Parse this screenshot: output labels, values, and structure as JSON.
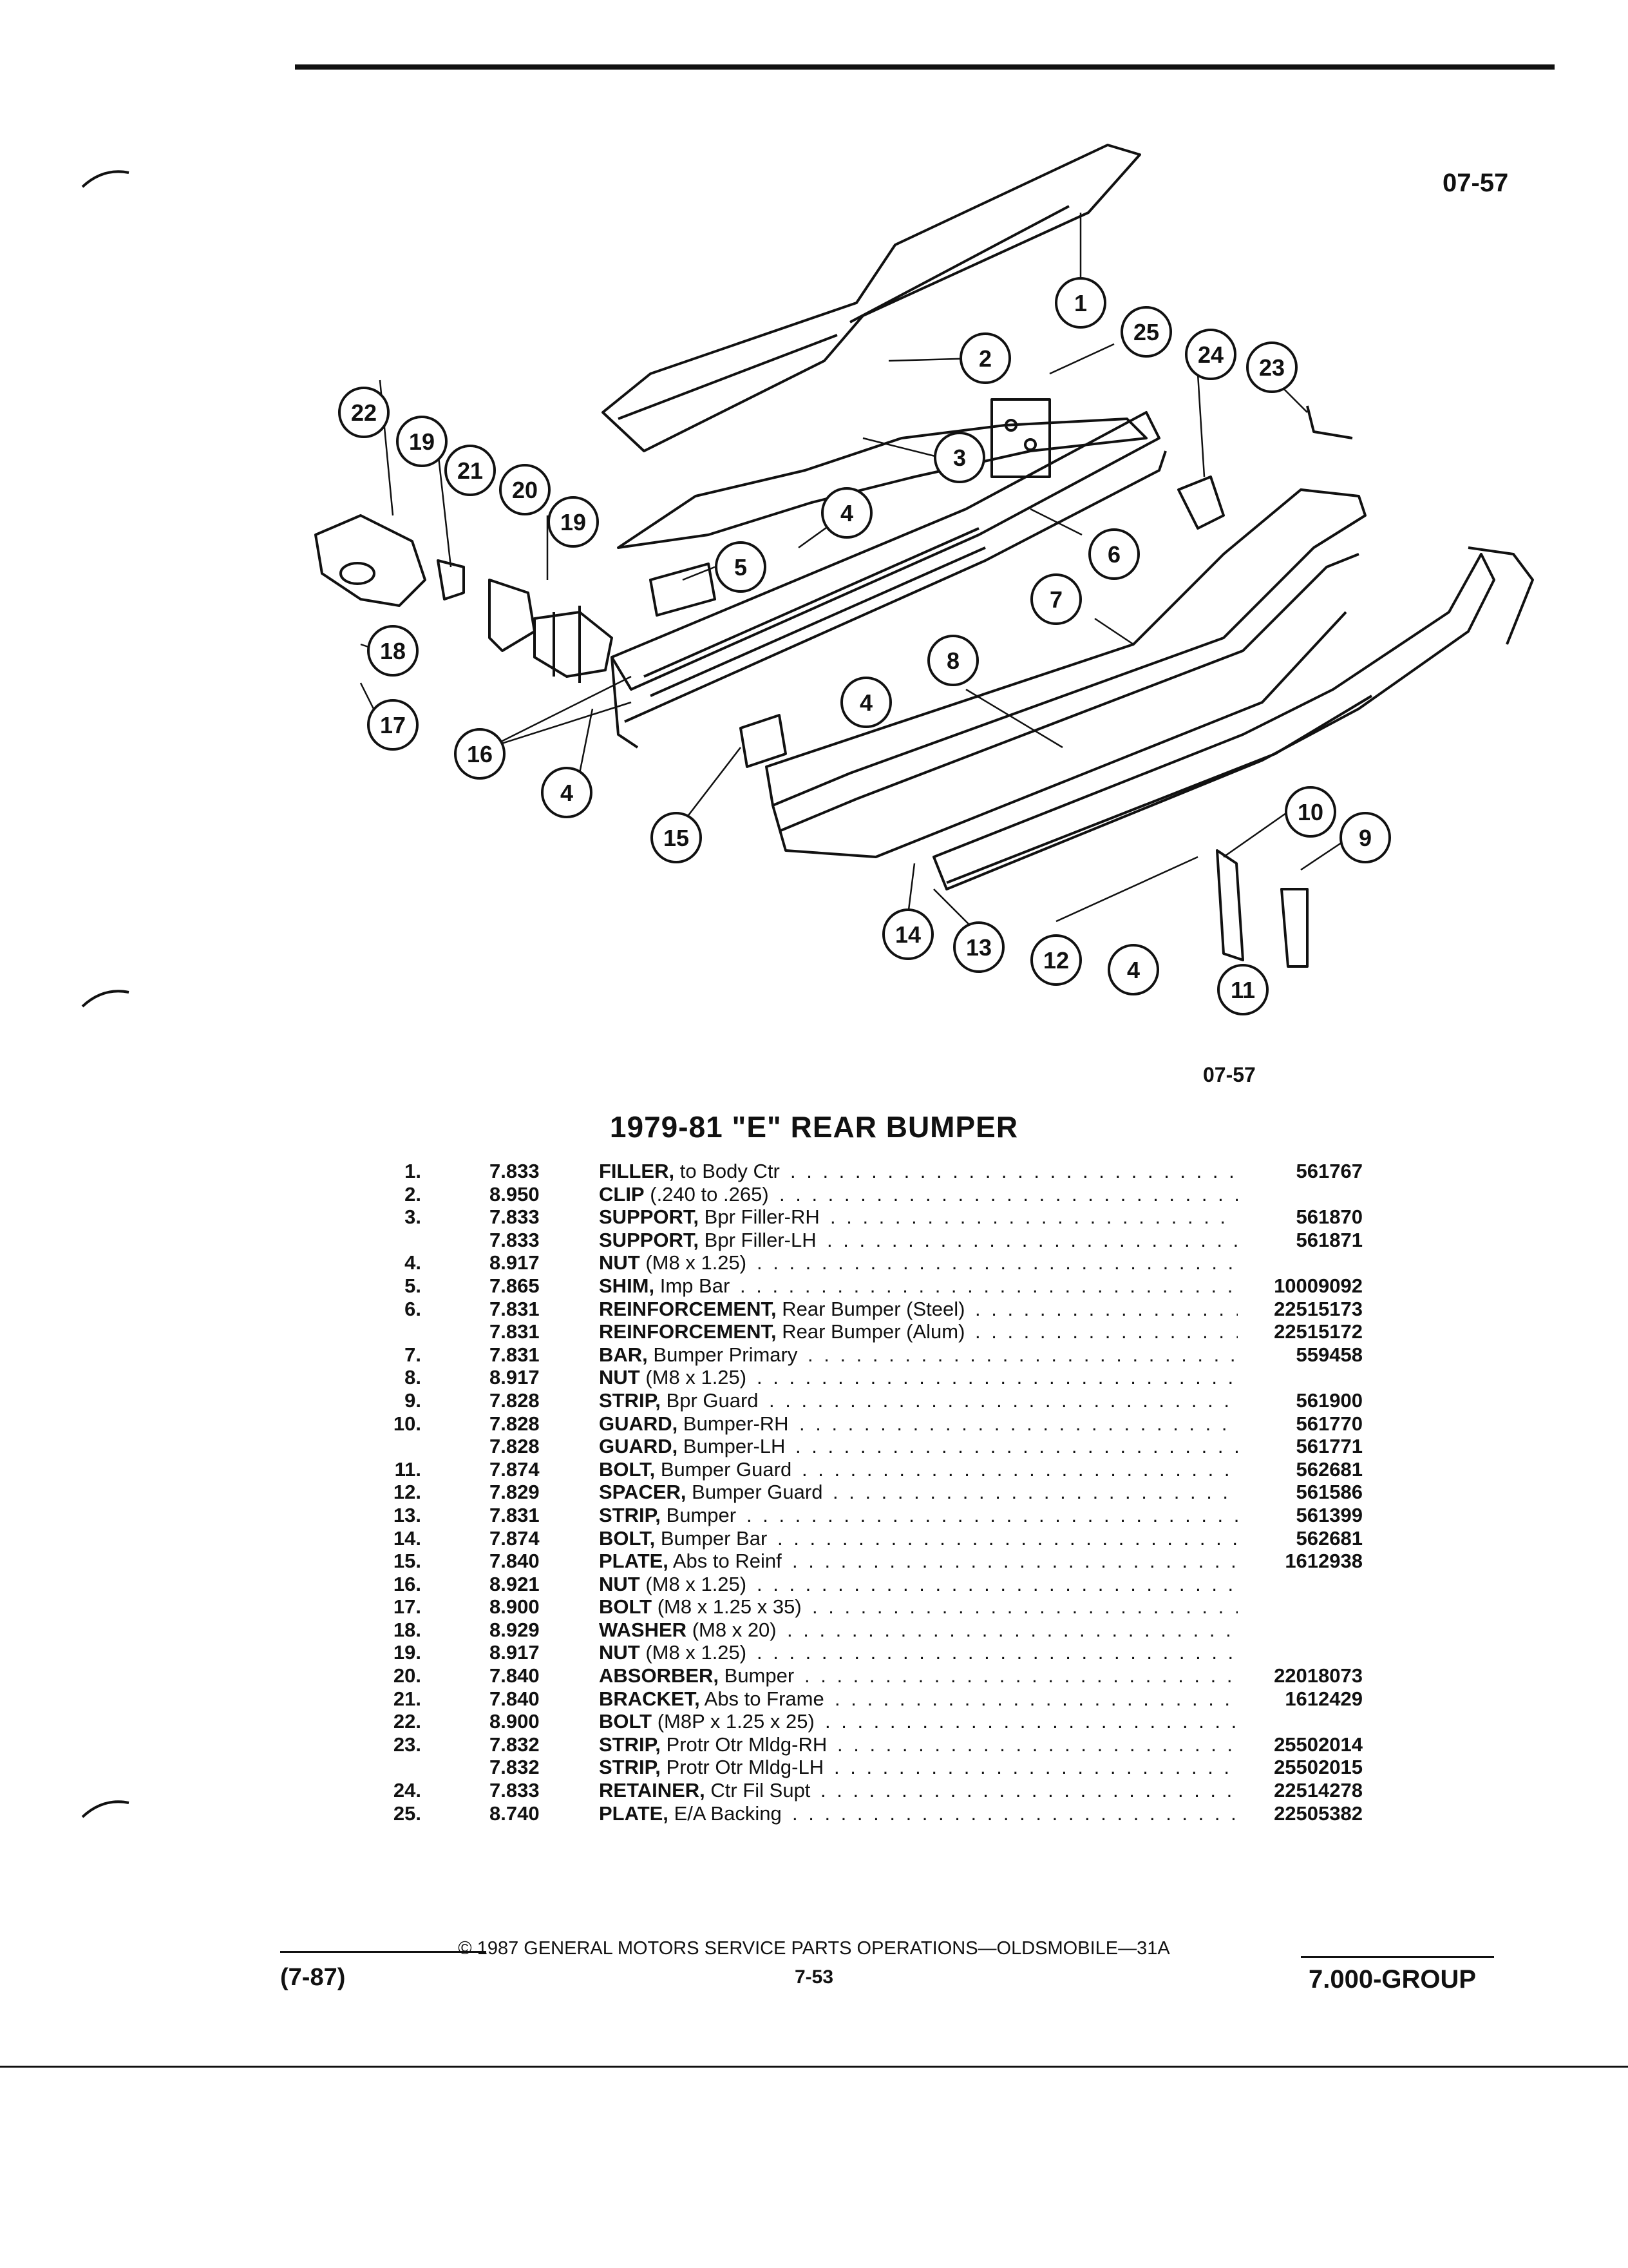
{
  "figure": {
    "code_top": "07-57",
    "code_bottom": "07-57",
    "callouts": [
      "1",
      "2",
      "3",
      "4",
      "5",
      "6",
      "7",
      "8",
      "9",
      "10",
      "11",
      "12",
      "13",
      "14",
      "15",
      "16",
      "17",
      "18",
      "19",
      "20",
      "21",
      "22",
      "23",
      "24",
      "25"
    ]
  },
  "title": "1979-81 \"E\" REAR BUMPER",
  "parts": [
    {
      "num": "1.",
      "group": "7.833",
      "name": "FILLER,",
      "desc": "to Body Ctr",
      "part": "561767"
    },
    {
      "num": "2.",
      "group": "8.950",
      "name": "CLIP",
      "desc": "(.240 to .265)",
      "part": ""
    },
    {
      "num": "3.",
      "group": "7.833",
      "name": "SUPPORT,",
      "desc": "Bpr Filler-RH",
      "part": "561870"
    },
    {
      "num": "",
      "group": "7.833",
      "name": "SUPPORT,",
      "desc": "Bpr Filler-LH",
      "part": "561871"
    },
    {
      "num": "4.",
      "group": "8.917",
      "name": "NUT",
      "desc": "(M8 x 1.25)",
      "part": ""
    },
    {
      "num": "5.",
      "group": "7.865",
      "name": "SHIM,",
      "desc": "Imp Bar",
      "part": "10009092"
    },
    {
      "num": "6.",
      "group": "7.831",
      "name": "REINFORCEMENT,",
      "desc": "Rear Bumper (Steel)",
      "part": "22515173"
    },
    {
      "num": "",
      "group": "7.831",
      "name": "REINFORCEMENT,",
      "desc": "Rear Bumper (Alum)",
      "part": "22515172"
    },
    {
      "num": "7.",
      "group": "7.831",
      "name": "BAR,",
      "desc": "Bumper Primary",
      "part": "559458"
    },
    {
      "num": "8.",
      "group": "8.917",
      "name": "NUT",
      "desc": "(M8 x 1.25)",
      "part": ""
    },
    {
      "num": "9.",
      "group": "7.828",
      "name": "STRIP,",
      "desc": "Bpr Guard",
      "part": "561900"
    },
    {
      "num": "10.",
      "group": "7.828",
      "name": "GUARD,",
      "desc": "Bumper-RH",
      "part": "561770"
    },
    {
      "num": "",
      "group": "7.828",
      "name": "GUARD,",
      "desc": "Bumper-LH",
      "part": "561771"
    },
    {
      "num": "11.",
      "group": "7.874",
      "name": "BOLT,",
      "desc": "Bumper Guard",
      "part": "562681"
    },
    {
      "num": "12.",
      "group": "7.829",
      "name": "SPACER,",
      "desc": "Bumper Guard",
      "part": "561586"
    },
    {
      "num": "13.",
      "group": "7.831",
      "name": "STRIP,",
      "desc": "Bumper",
      "part": "561399"
    },
    {
      "num": "14.",
      "group": "7.874",
      "name": "BOLT,",
      "desc": "Bumper Bar",
      "part": "562681"
    },
    {
      "num": "15.",
      "group": "7.840",
      "name": "PLATE,",
      "desc": "Abs to Reinf",
      "part": "1612938"
    },
    {
      "num": "16.",
      "group": "8.921",
      "name": "NUT",
      "desc": "(M8 x 1.25)",
      "part": ""
    },
    {
      "num": "17.",
      "group": "8.900",
      "name": "BOLT",
      "desc": "(M8 x 1.25 x 35)",
      "part": ""
    },
    {
      "num": "18.",
      "group": "8.929",
      "name": "WASHER",
      "desc": "(M8 x 20)",
      "part": ""
    },
    {
      "num": "19.",
      "group": "8.917",
      "name": "NUT",
      "desc": "(M8 x 1.25)",
      "part": ""
    },
    {
      "num": "20.",
      "group": "7.840",
      "name": "ABSORBER,",
      "desc": "Bumper",
      "part": "22018073"
    },
    {
      "num": "21.",
      "group": "7.840",
      "name": "BRACKET,",
      "desc": "Abs to Frame",
      "part": "1612429"
    },
    {
      "num": "22.",
      "group": "8.900",
      "name": "BOLT",
      "desc": "(M8P x 1.25 x 25)",
      "part": ""
    },
    {
      "num": "23.",
      "group": "7.832",
      "name": "STRIP,",
      "desc": "Protr Otr Mldg-RH",
      "part": "25502014"
    },
    {
      "num": "",
      "group": "7.832",
      "name": "STRIP,",
      "desc": "Protr Otr Mldg-LH",
      "part": "25502015"
    },
    {
      "num": "24.",
      "group": "7.833",
      "name": "RETAINER,",
      "desc": "Ctr Fil Supt",
      "part": "22514278"
    },
    {
      "num": "25.",
      "group": "8.740",
      "name": "PLATE,",
      "desc": "E/A Backing",
      "part": "22505382"
    }
  ],
  "footer": {
    "copyright": "© 1987 GENERAL MOTORS SERVICE PARTS OPERATIONS—OLDSMOBILE—31A",
    "page": "7-53",
    "date": "(7-87)",
    "group": "7.000-GROUP"
  }
}
